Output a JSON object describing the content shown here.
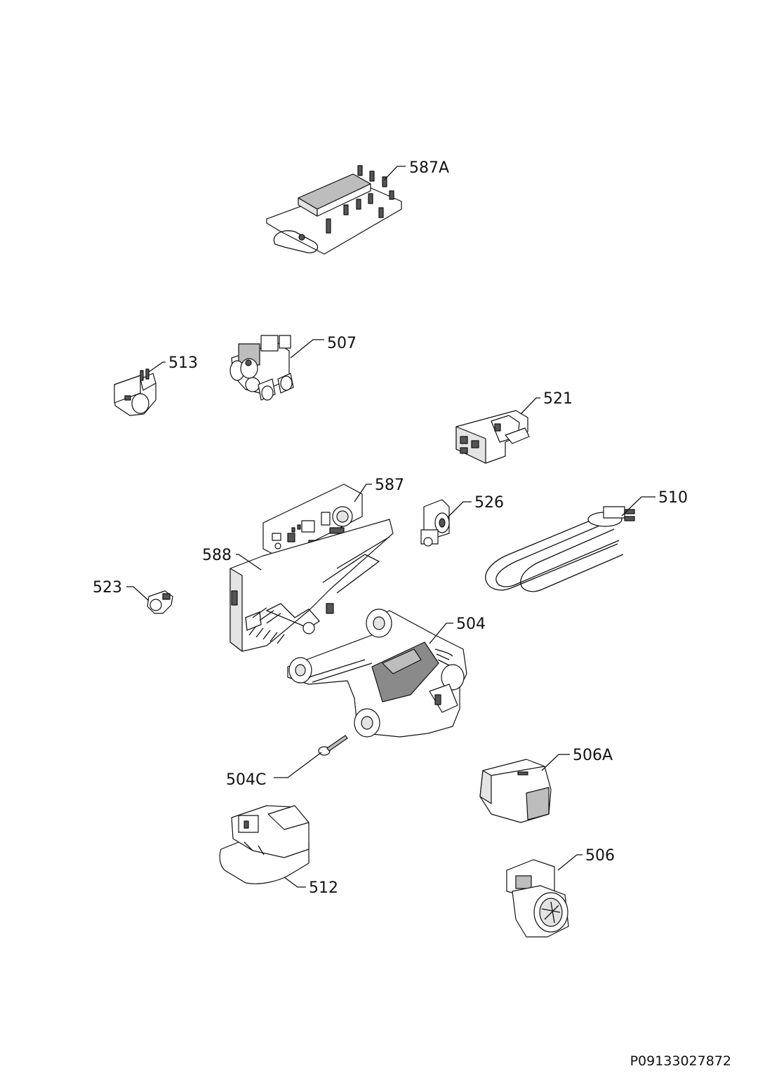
{
  "drawing_code": "P09133027872",
  "callouts": [
    {
      "id": "587A",
      "text": "587A"
    },
    {
      "id": "507",
      "text": "507"
    },
    {
      "id": "513",
      "text": "513"
    },
    {
      "id": "521",
      "text": "521"
    },
    {
      "id": "587",
      "text": "587"
    },
    {
      "id": "526",
      "text": "526"
    },
    {
      "id": "510",
      "text": "510"
    },
    {
      "id": "588",
      "text": "588"
    },
    {
      "id": "523",
      "text": "523"
    },
    {
      "id": "504",
      "text": "504"
    },
    {
      "id": "504C",
      "text": "504C"
    },
    {
      "id": "506A",
      "text": "506A"
    },
    {
      "id": "506",
      "text": "506"
    },
    {
      "id": "512",
      "text": "512"
    }
  ]
}
